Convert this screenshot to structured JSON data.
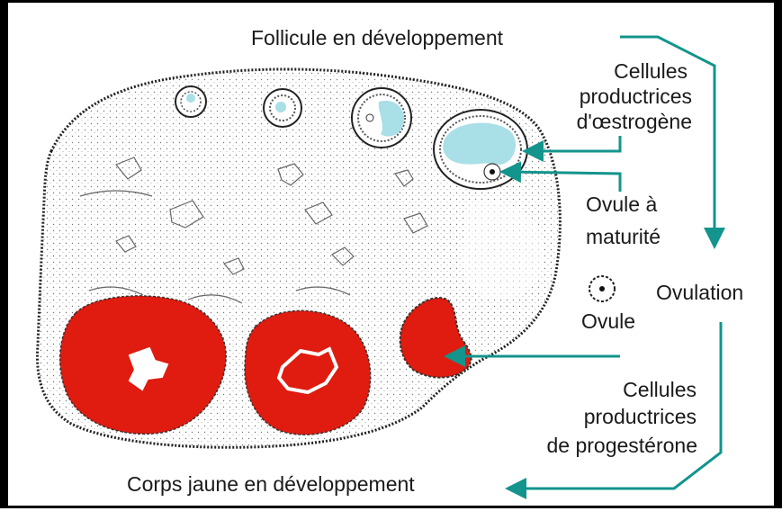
{
  "labels": {
    "follicule": "Follicule en développement",
    "cellules_oestrogene": [
      "Cellules",
      "productrices",
      "d'œstrogène"
    ],
    "ovule_maturite": [
      "Ovule à",
      "maturité"
    ],
    "ovulation": "Ovulation",
    "ovule": "Ovule",
    "cellules_progesterone": [
      "Cellules",
      "productrices",
      "de progestérone"
    ],
    "corps_jaune": "Corps jaune en développement"
  },
  "colors": {
    "arrow": "#13948c",
    "corpus_luteum": "#e01b0f",
    "follicle_fluid": "#a9dfe6",
    "outline": "#222222"
  }
}
